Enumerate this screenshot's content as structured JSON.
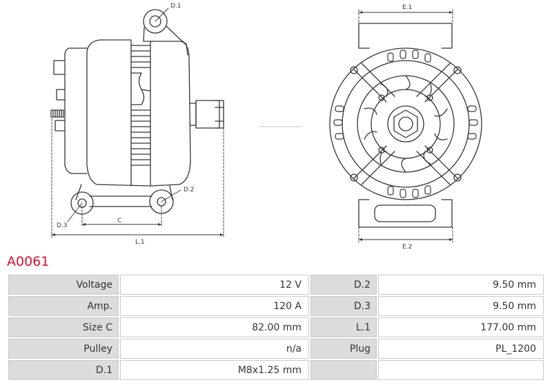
{
  "drawing": {
    "labels": {
      "d1": "D.1",
      "d2": "D.2",
      "d3": "D.3",
      "c": "C",
      "l1": "L.1",
      "e1": "E.1",
      "e2": "E.2"
    }
  },
  "part_code": "A0061",
  "specs": [
    {
      "label": "Voltage",
      "value": "12 V",
      "label2": "D.2",
      "value2": "9.50 mm"
    },
    {
      "label": "Amp.",
      "value": "120 A",
      "label2": "D.3",
      "value2": "9.50 mm"
    },
    {
      "label": "Size C",
      "value": "82.00 mm",
      "label2": "L.1",
      "value2": "177.00 mm"
    },
    {
      "label": "Pulley",
      "value": "n/a",
      "label2": "Plug",
      "value2": "PL_1200"
    },
    {
      "label": "D.1",
      "value": "M8x1.25 mm",
      "label2": "",
      "value2": ""
    }
  ],
  "colors": {
    "part_code": "#d0112b",
    "label_cell": "#dcdcdc",
    "line": "#333333"
  }
}
